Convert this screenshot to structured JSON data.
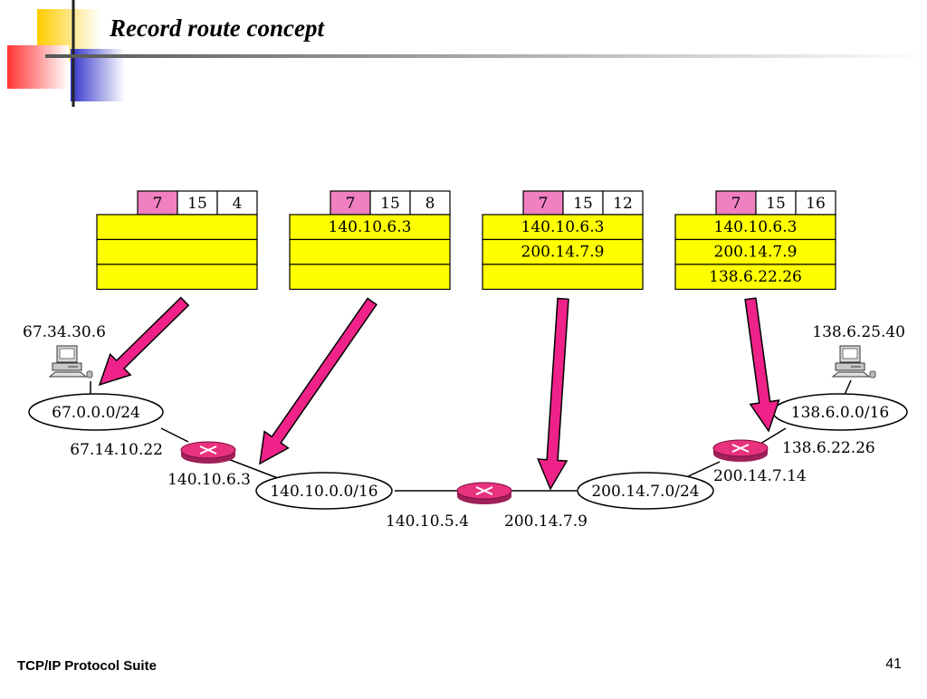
{
  "slide": {
    "title": "Record route concept",
    "footer": "TCP/IP Protocol Suite",
    "page_number": "41"
  },
  "colors": {
    "yellow": "#ffff00",
    "pink_field": "#f080c0",
    "arrow": "#ee2288",
    "router": "#e8327e",
    "header_red": "#ff3333",
    "header_yellow": "#ffcc00",
    "header_blue": "#3333cc"
  },
  "datagrams": [
    {
      "header": [
        "7",
        "15",
        "4"
      ],
      "addresses": [
        "",
        "",
        ""
      ]
    },
    {
      "header": [
        "7",
        "15",
        "8"
      ],
      "addresses": [
        "140.10.6.3",
        "",
        ""
      ]
    },
    {
      "header": [
        "7",
        "15",
        "12"
      ],
      "addresses": [
        "140.10.6.3",
        "200.14.7.9",
        ""
      ]
    },
    {
      "header": [
        "7",
        "15",
        "16"
      ],
      "addresses": [
        "140.10.6.3",
        "200.14.7.9",
        "138.6.22.26"
      ]
    }
  ],
  "hosts": [
    {
      "address": "67.34.30.6",
      "icon": "computer-icon"
    },
    {
      "address": "138.6.25.40",
      "icon": "computer-icon"
    }
  ],
  "networks": [
    "67.0.0.0/24",
    "140.10.0.0/16",
    "200.14.7.0/24",
    "138.6.0.0/16"
  ],
  "routers": [
    {
      "icon": "router-icon",
      "interfaces": [
        "67.14.10.22",
        "140.10.6.3"
      ]
    },
    {
      "icon": "router-icon",
      "interfaces": [
        "140.10.5.4",
        "200.14.7.9"
      ]
    },
    {
      "icon": "router-icon",
      "interfaces": [
        "200.14.7.14",
        "138.6.22.26"
      ]
    }
  ]
}
